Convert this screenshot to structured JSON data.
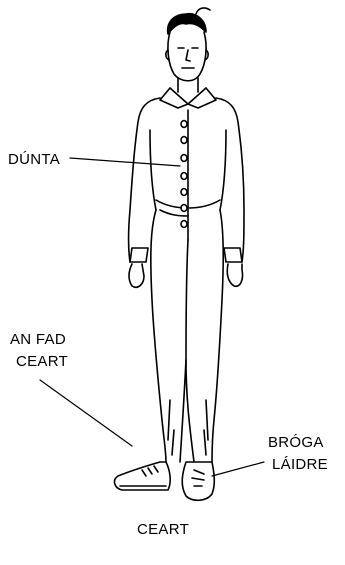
{
  "labels": {
    "fastened": "DÚNTA",
    "right_length_line1": "AN FAD",
    "right_length_line2": "CEART",
    "boots_line1": "BRÓGA",
    "boots_line2": "LÁIDRE"
  },
  "caption": "CEART"
}
